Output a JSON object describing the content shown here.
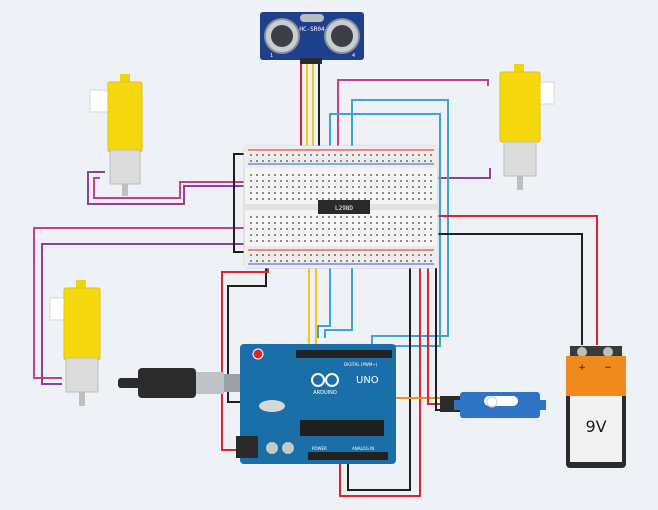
{
  "sensor": {
    "label": "HC-SR04",
    "pin_marks": [
      "1",
      "4"
    ]
  },
  "driver_chip": {
    "label": "L298D"
  },
  "arduino": {
    "brand": "ARDUINO",
    "model": "UNO",
    "digital_label": "DIGITAL (PWM~)",
    "power_label": "POWER",
    "analog_label": "ANALOG IN"
  },
  "battery": {
    "voltage": "9V",
    "plus": "+",
    "minus": "−"
  },
  "colors": {
    "background": "#eef1f5",
    "red_wire": "#d9262c",
    "black_wire": "#1f1f1f",
    "yellow_wire": "#f5c518",
    "blue_wire": "#3ba3d6",
    "purple_wire": "#8e3fa3",
    "magenta_wire": "#c2418e",
    "orange_wire": "#f0901e",
    "motor_body": "#f6d80f",
    "arduino_board": "#1b6fa8",
    "servo_body": "#2f73c4",
    "battery_body": "#2b2b2b",
    "battery_label": "#f08a1c"
  }
}
